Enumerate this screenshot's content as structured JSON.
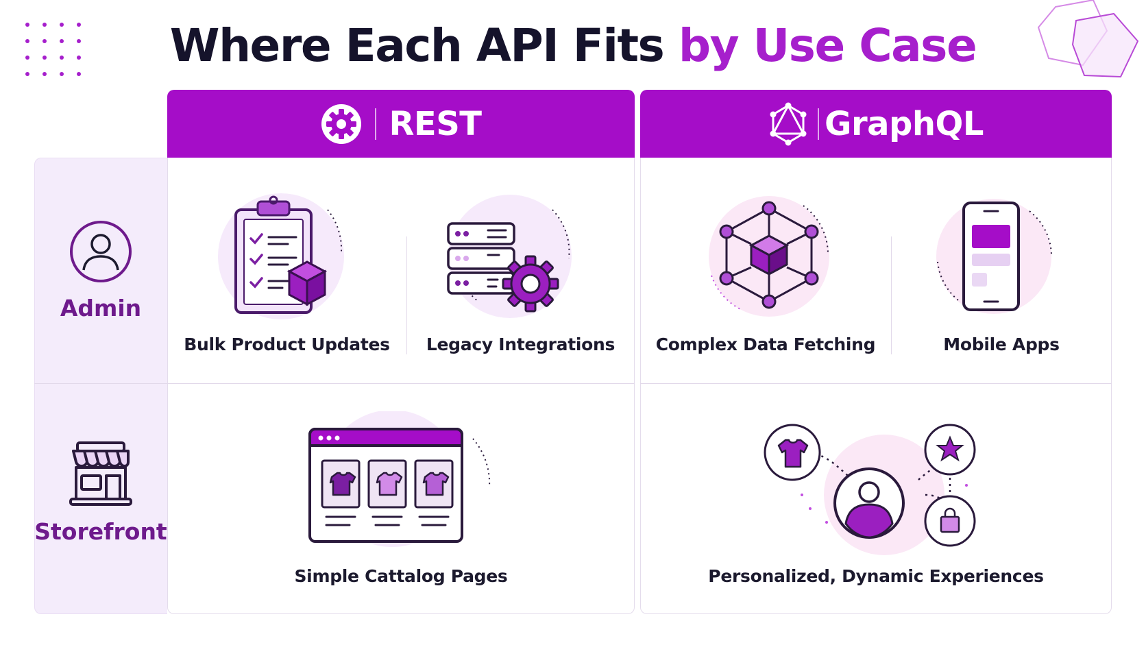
{
  "title": {
    "part1": "Where Each API Fits",
    "part2": "by Use Case"
  },
  "columns": [
    {
      "label": "REST",
      "icon": "gear-icon"
    },
    {
      "label": "GraphQL",
      "icon": "graphql-logo-icon"
    }
  ],
  "rows": [
    {
      "label": "Admin",
      "icon": "user-icon"
    },
    {
      "label": "Storefront",
      "icon": "storefront-icon"
    }
  ],
  "cells": {
    "admin_rest": [
      "Bulk Product Updates",
      "Legacy Integrations"
    ],
    "admin_graphql": [
      "Complex Data Fetching",
      "Mobile Apps"
    ],
    "storefront_rest": "Simple Cattalog Pages",
    "storefront_graphql": "Personalized, Dynamic Experiences"
  },
  "colors": {
    "accent": "#a50dc8",
    "title_accent": "#a61fcc",
    "dark": "#15132b",
    "side_panel": "#f4ecfb"
  }
}
